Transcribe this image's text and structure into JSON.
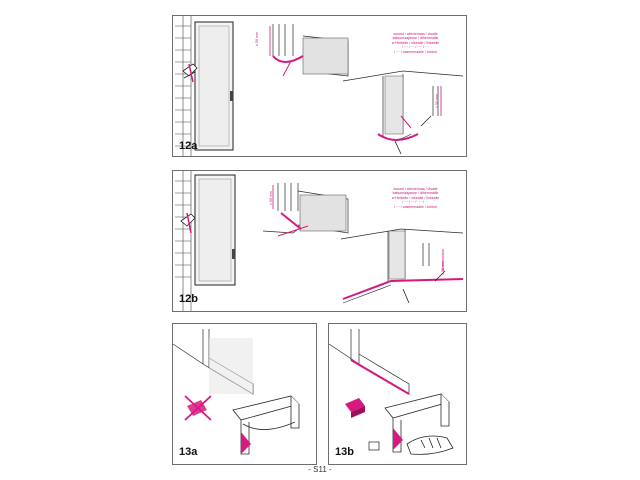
{
  "page": {
    "number": "- S11 -"
  },
  "panels": [
    {
      "label": "12a",
      "measure": "± 50 mm",
      "measure2": "± 50 mm",
      "caption": "woorst / wievieimaa / visalle\nkatsomaajanne / lähemmälle\nw Helkelle / oikealle / linkselle\n/ ··· / ··· / ···· / ···\n/ ··· / vasemmaalle / tohtori"
    },
    {
      "label": "12b",
      "measure": "± 50 mm",
      "measure2": "± 50 mm",
      "caption": "woorst / wievieimaa / visalle\nkatsomaajanne / lähemmälle\nw Helkelle / oikealle / linkselle\n/ ··· / ··· / ···· / ···\n/ ··· / vasemmaalle / tohtori"
    },
    {
      "label": "13a"
    },
    {
      "label": "13b"
    }
  ],
  "colors": {
    "accent": "#d6197f",
    "line": "#2b2b2b",
    "frame": "#6e6e6e"
  },
  "icons": [
    "hand-icon",
    "cross-out-icon",
    "arrow-icon"
  ]
}
